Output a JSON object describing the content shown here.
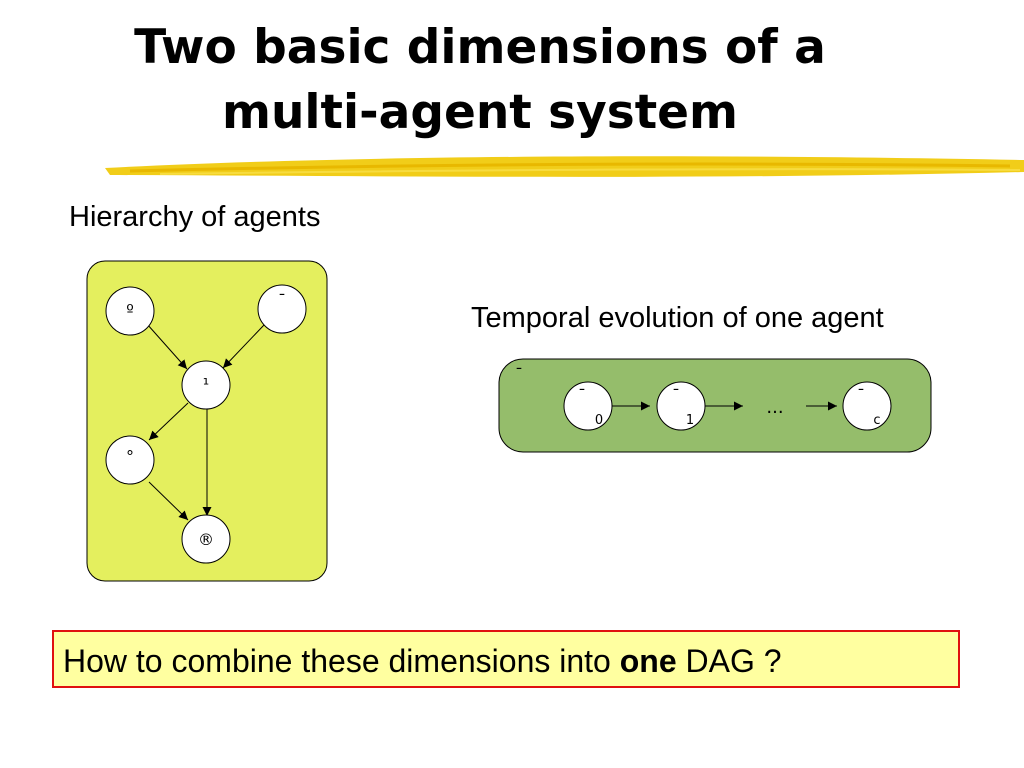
{
  "slide": {
    "title_line1": "Two basic dimensions of a",
    "title_line2": "multi-agent system",
    "hierarchy_label": "Hierarchy of agents",
    "temporal_label": "Temporal evolution of one agent",
    "question_pre": "How to combine these dimensions into ",
    "question_bold": "one",
    "question_post": " DAG ?"
  },
  "hierarchy": {
    "nodes": [
      {
        "id": "top-left",
        "label": "º"
      },
      {
        "id": "top-right",
        "label": "¯"
      },
      {
        "id": "middle",
        "label": "¹"
      },
      {
        "id": "lower-left",
        "label": "°"
      },
      {
        "id": "bottom",
        "label": "®"
      }
    ],
    "edges": [
      [
        "top-left",
        "middle"
      ],
      [
        "top-right",
        "middle"
      ],
      [
        "middle",
        "lower-left"
      ],
      [
        "middle",
        "bottom"
      ],
      [
        "lower-left",
        "bottom"
      ]
    ]
  },
  "temporal": {
    "agent_symbol": "¯",
    "nodes": [
      {
        "symbol": "¯",
        "subscript": "0"
      },
      {
        "symbol": "¯",
        "subscript": "1"
      },
      {
        "symbol": "¯",
        "subscript": "c"
      }
    ],
    "ellipsis": "..."
  },
  "colors": {
    "hierarchy_bg": "#e4ef5e",
    "temporal_bg": "#95bd6b",
    "question_border": "#e01010",
    "question_bg": "#ffffa0",
    "highlight": "#f0c800"
  }
}
